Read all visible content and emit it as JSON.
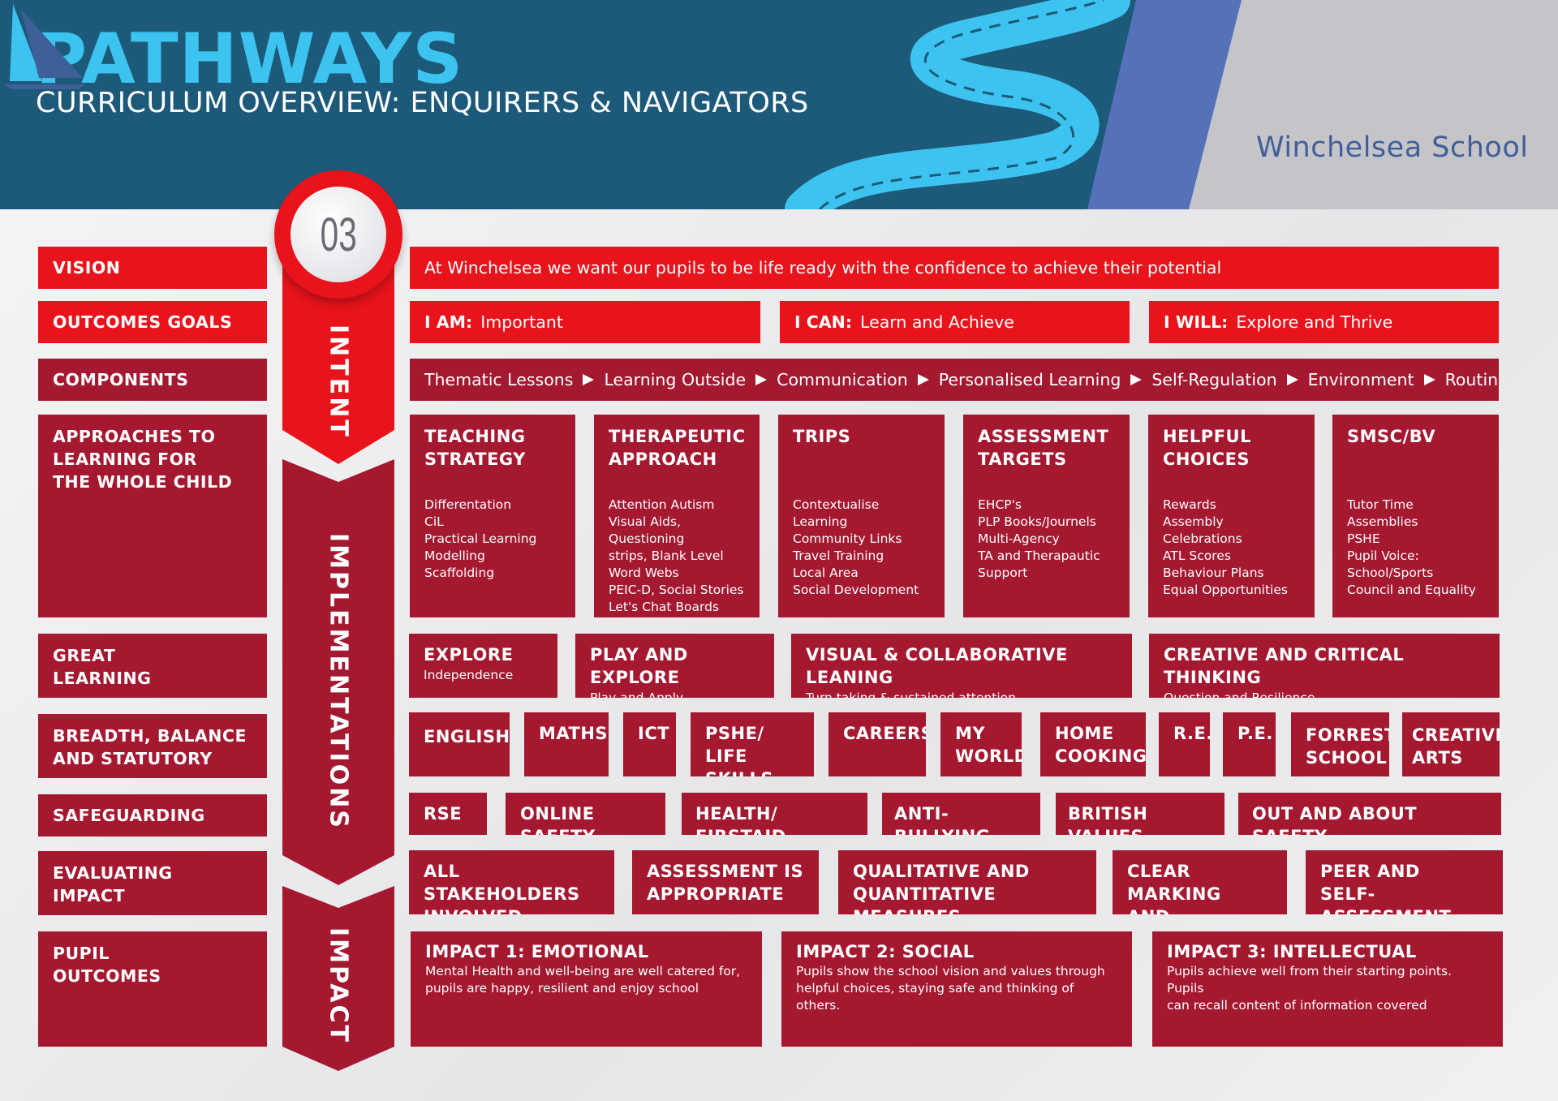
{
  "header": {
    "title": "PATHWAYS",
    "subtitle": "CURRICULUM OVERVIEW: ENQUIRERS & NAVIGATORS",
    "school": "Winchelsea School"
  },
  "colors": {
    "crimson": "#a41830",
    "red": "#e8131b",
    "navy": "#1d5a7a",
    "cyan": "#3cc3ef"
  },
  "badge": "03",
  "stages": {
    "intent": "INTENT",
    "implementations": "IMPLEMENTATIONS",
    "impact": "IMPACT"
  },
  "row_labels": {
    "vision": "VISION",
    "outcomes": "OUTCOMES GOALS",
    "components": "COMPONENTS",
    "approaches": "APPROACHES TO\nLEARNING FOR\nTHE WHOLE CHILD",
    "great": "GREAT\nLEARNING",
    "breadth": "BREADTH, BALANCE\nAND STATUTORY",
    "safeguarding": "SAFEGUARDING",
    "evaluating": "EVALUATING\nIMPACT",
    "pupil": "PUPIL\nOUTCOMES"
  },
  "vision_text": "At Winchelsea we want our pupils to be life ready with the confidence to achieve their potential",
  "goals": [
    {
      "key": "I AM:",
      "value": "Important"
    },
    {
      "key": "I CAN:",
      "value": "Learn and Achieve"
    },
    {
      "key": "I WILL:",
      "value": "Explore and Thrive"
    }
  ],
  "components": [
    "Thematic Lessons",
    "Learning Outside",
    "Communication",
    "Personalised Learning",
    "Self-Regulation",
    "Environment",
    "Routines"
  ],
  "approaches": [
    {
      "title": "TEACHING\nSTRATEGY",
      "items": "Differentation\nCiL\nPractical Learning\nModelling\nScaffolding"
    },
    {
      "title": "THERAPEUTIC\nAPPROACH",
      "items": "Attention Autism\nVisual Aids, Questioning\nstrips, Blank Level\nWord Webs\nPEIC-D, Social Stories\nLet's Chat Boards"
    },
    {
      "title": "TRIPS",
      "items": "Contextualise Learning\nCommunity Links\nTravel Training\nLocal Area\nSocial Development"
    },
    {
      "title": "ASSESSMENT\nTARGETS",
      "items": "EHCP's\nPLP Books/Journels\nMulti-Agency\nTA and Therapautic\nSupport"
    },
    {
      "title": "HELPFUL\nCHOICES",
      "items": "Rewards\nAssembly\nCelebrations\nATL Scores\nBehaviour Plans\nEqual Opportunities"
    },
    {
      "title": "SMSC/BV",
      "items": "Tutor Time\nAssemblies\nPSHE\nPupil Voice:\nSchool/Sports\nCouncil  and Equality"
    }
  ],
  "great_learning": [
    {
      "title": "EXPLORE",
      "sub": "Independence"
    },
    {
      "title": "PLAY AND EXPLORE",
      "sub": "Play and Apply"
    },
    {
      "title": "VISUAL & COLLABORATIVE LEANING",
      "sub": "Turn taking & sustained attention"
    },
    {
      "title": "CREATIVE AND CRITICAL THINKING",
      "sub": "Question and Resilience"
    }
  ],
  "subjects": [
    "ENGLISH",
    "MATHS",
    "ICT",
    "PSHE/\nLIFE SKILLS",
    "CAREERS",
    "MY\nWORLD",
    "HOME\nCOOKING",
    "R.E.",
    "P.E.",
    "FORREST\nSCHOOL",
    "CREATIVE\nARTS"
  ],
  "safeguarding": [
    "RSE",
    "ONLINE SAFETY",
    "HEALTH/ FIRSTAID",
    "ANTI-BULLYING",
    "BRITISH VALUES",
    "OUT AND ABOUT SAFETY"
  ],
  "evaluating": [
    "ALL STAKEHOLDERS\nINVOLVED",
    "ASSESSMENT IS\nAPPROPRIATE",
    "QUALITATIVE AND\nQUANTITATIVE MEASURES",
    "CLEAR MARKING\nAND FEEDBACK",
    "PEER AND\nSELF-ASSESSMENT"
  ],
  "impacts": [
    {
      "title": "IMPACT 1: EMOTIONAL",
      "text": "Mental Health and well-being are well catered for,\npupils are happy, resilient and enjoy school"
    },
    {
      "title": "IMPACT 2: SOCIAL",
      "text": "Pupils show the school vision and values through\nhelpful choices, staying safe and thinking of others."
    },
    {
      "title": "IMPACT 3: INTELLECTUAL",
      "text": "Pupils achieve well from their starting points. Pupils\ncan recall content of information covered"
    }
  ]
}
